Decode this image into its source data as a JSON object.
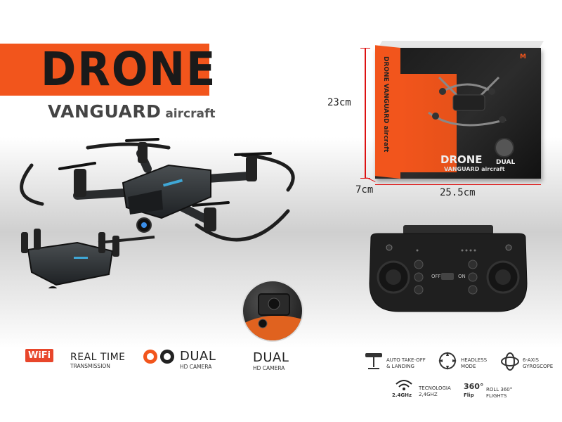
{
  "header": {
    "title": "DRONE",
    "subtitle_main": "VANGUARD",
    "subtitle_small": "aircraft"
  },
  "box": {
    "front_title": "DRONE",
    "front_sub": "VANGUARD aircraft",
    "spine_text": "DRONE VANGUARD aircraft",
    "dual_label": "DUAL",
    "height_label": "23cm",
    "depth_label": "7cm",
    "width_label": "25.5cm"
  },
  "features": {
    "wifi_badge": "WiFi",
    "realtime_title": "REAL TIME",
    "realtime_sub": "TRANSMISSION",
    "dual_title": "DUAL",
    "dual_sub": "HD CAMERA",
    "dual2_title": "DUAL",
    "dual2_sub": "HD CAMERA",
    "auto_label_1": "AUTO TAKE-OFF",
    "auto_label_2": "& LANDING",
    "headless_1": "HEADLESS",
    "headless_2": "MODE",
    "gyro_1": "6-AXIS",
    "gyro_2": "GYROSCOPE",
    "freq": "2.4GHz",
    "tecno_1": "TECNOLOGIA",
    "tecno_2": "2,4GHZ",
    "flip_big": "360°",
    "flip_small": "Flip",
    "roll_1": "ROLL 360°",
    "roll_2": "FLIGHTS"
  },
  "controller": {
    "off_label": "OFF",
    "on_label": "ON"
  },
  "colors": {
    "accent": "#f2551c",
    "dark": "#1a1a1a"
  }
}
